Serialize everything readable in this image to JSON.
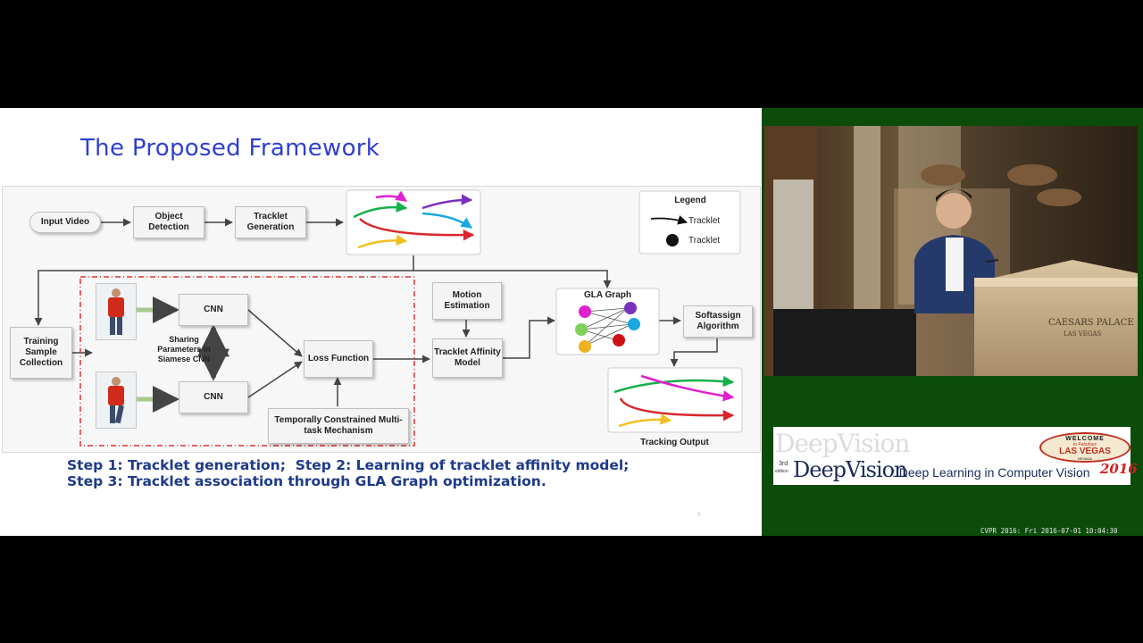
{
  "slide": {
    "title": "The Proposed Framework",
    "page_number": "9",
    "steps": {
      "line1": "Step 1: Tracklet generation;  Step 2: Learning of tracklet affinity model;",
      "line2": "Step 3: Tracklet association through GLA Graph optimization."
    }
  },
  "diagram": {
    "input_video": "Input Video",
    "object_detection": "Object Detection",
    "tracklet_generation": "Tracklet Generation",
    "legend_title": "Legend",
    "legend_tracklet_arrow": "Tracklet",
    "legend_tracklet_node": "Tracklet",
    "training_sample": "Training Sample Collection",
    "cnn_top": "CNN",
    "cnn_bottom": "CNN",
    "sharing": "Sharing Parameters in Siamese CNN",
    "loss_function": "Loss Function",
    "temporal": "Temporally Constrained Multi-task Mechanism",
    "motion_estimation": "Motion Estimation",
    "tracklet_affinity": "Tracklet Affinity Model",
    "gla_graph": "GLA Graph",
    "softassign": "Softassign Algorithm",
    "tracking_output": "Tracking Output",
    "colors": {
      "magenta": "#e020d0",
      "purple": "#7b2fbe",
      "green": "#14b04a",
      "cyan": "#1aa8e0",
      "red": "#d8262a",
      "yellow": "#f0c020",
      "dashed_border": "#e03030",
      "sharing_arrow": "#6a9fd0",
      "person_arrow": "#a8c890"
    }
  },
  "right_panel": {
    "banner": {
      "faded_logo": "DeepVision",
      "edition_top": "3rd",
      "edition_bottom": "edition",
      "logo": "DeepVision",
      "tagline": ": Deep Learning in Computer Vision",
      "year": "2016",
      "welcome": "WELCOME",
      "fabulous": "to Fabulous",
      "las_vegas": "LAS VEGAS",
      "nevada": "NEVADA"
    },
    "podium_text_1": "CAESARS PALACE",
    "podium_text_2": "LAS VEGAS",
    "timestamp": "CVPR 2016: Fri 2016-07-01 10:04:30"
  }
}
